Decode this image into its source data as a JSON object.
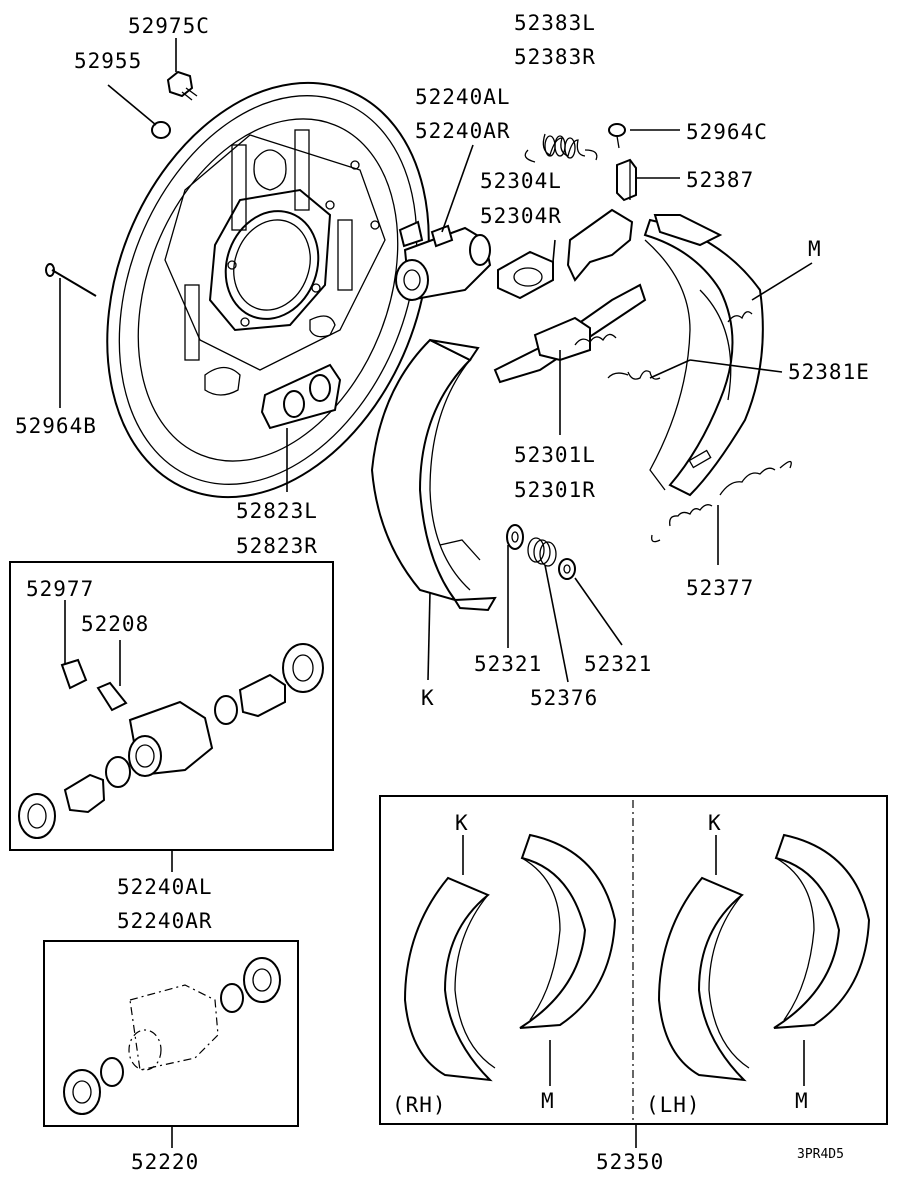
{
  "labels": {
    "p52975C": "52975C",
    "p52955": "52955",
    "p52383L": "52383L",
    "p52383R": "52383R",
    "p52240AL_top": "52240AL",
    "p52240AR_top": "52240AR",
    "p52964C": "52964C",
    "p52304L": "52304L",
    "p52387": "52387",
    "p52304R": "52304R",
    "pM_top": "M",
    "p52381E": "52381E",
    "p52964B": "52964B",
    "p52301L": "52301L",
    "p52301R": "52301R",
    "p52823L": "52823L",
    "p52823R": "52823R",
    "p52377": "52377",
    "p52977": "52977",
    "p52208": "52208",
    "p52321_left": "52321",
    "p52321_right": "52321",
    "p52376": "52376",
    "pK_main": "K",
    "p52240AL_kit": "52240AL",
    "p52240AR_kit": "52240AR",
    "p52220": "52220",
    "p52350": "52350",
    "kit_K_rh": "K",
    "kit_K_lh": "K",
    "kit_M_rh": "M",
    "kit_M_lh": "M",
    "kit_side_rh": "(RH)",
    "kit_side_lh": "(LH)",
    "figure_code": "3PR4D5"
  }
}
